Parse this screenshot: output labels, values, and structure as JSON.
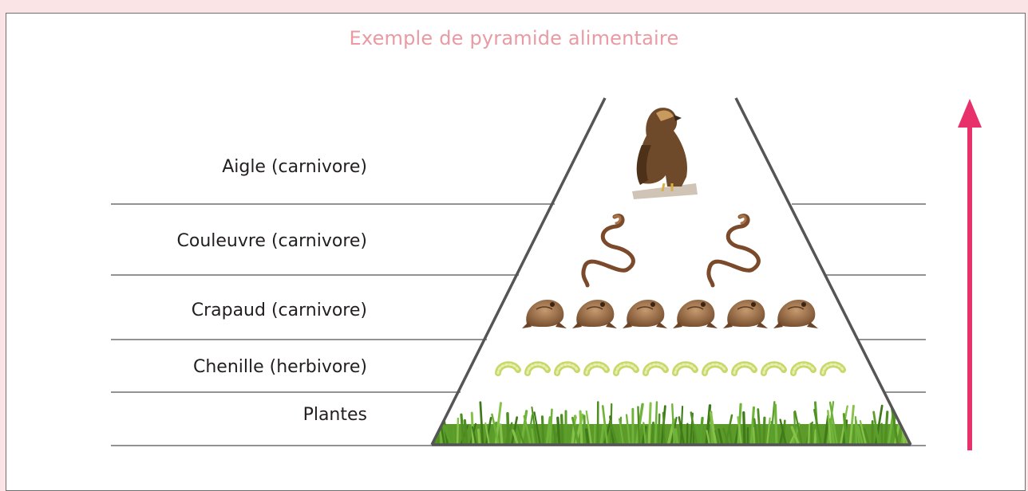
{
  "title": "Exemple de pyramide alimentaire",
  "levels": [
    {
      "label": "Aigle (carnivore)",
      "organism": "eagle-icon",
      "count": 1
    },
    {
      "label": "Couleuvre (carnivore)",
      "organism": "snake-icon",
      "count": 2
    },
    {
      "label": "Crapaud (carnivore)",
      "organism": "toad-icon",
      "count": 6
    },
    {
      "label": "Chenille (herbivore)",
      "organism": "caterpillar-icon",
      "count": 12
    },
    {
      "label": "Plantes",
      "organism": "grass-icon",
      "count": 1
    }
  ],
  "colors": {
    "background": "#fbe4e6",
    "title": "#e99aa3",
    "arrow": "#e8316b",
    "lines": "#6f6f6f"
  }
}
